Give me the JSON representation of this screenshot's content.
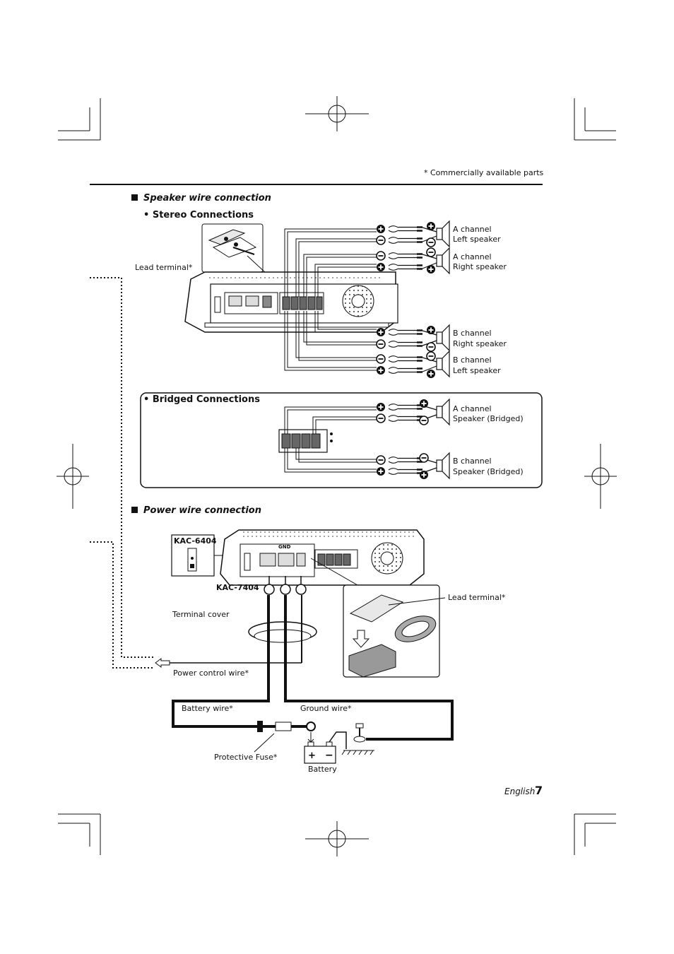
{
  "header": {
    "note": "* Commercially available parts"
  },
  "speaker_section": {
    "title": "Speaker wire connection",
    "stereo": {
      "title": "• Stereo Connections",
      "lead_terminal": "Lead terminal*",
      "speakers": [
        {
          "line1": "A channel",
          "line2": "Left speaker"
        },
        {
          "line1": "A channel",
          "line2": "Right speaker"
        },
        {
          "line1": "B channel",
          "line2": "Right speaker"
        },
        {
          "line1": "B channel",
          "line2": "Left speaker"
        }
      ]
    },
    "bridged": {
      "title": "• Bridged Connections",
      "speakers": [
        {
          "line1": "A channel",
          "line2": "Speaker (Bridged)"
        },
        {
          "line1": "B channel",
          "line2": "Speaker (Bridged)"
        }
      ]
    }
  },
  "power_section": {
    "title": "Power wire connection",
    "models": {
      "kac6404": "KAC-6404",
      "kac7404": "KAC-7404"
    },
    "labels": {
      "lead_terminal": "Lead terminal*",
      "terminal_cover": "Terminal cover",
      "power_control_wire": "Power control wire*",
      "battery_wire": "Battery wire*",
      "ground_wire": "Ground wire*",
      "protective_fuse": "Protective Fuse*",
      "battery": "Battery"
    },
    "amp_panel": {
      "gnd": "GND"
    }
  },
  "footer": {
    "language": "English",
    "page": "7"
  }
}
